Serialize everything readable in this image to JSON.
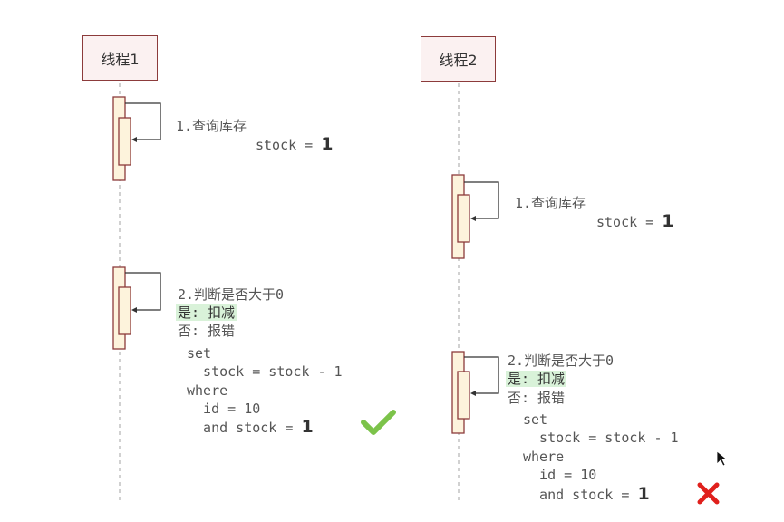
{
  "threads": [
    {
      "title": "线程1",
      "step1": {
        "label": "1.查询库存",
        "stock_text": "stock = ",
        "stock_value": "1"
      },
      "step2": {
        "label": "2.判断是否大于0",
        "yes": "是: 扣减",
        "no": "否: 报错",
        "sql": [
          "set",
          "  stock = stock - 1",
          "where",
          "  id = 10",
          "  and stock = "
        ],
        "sql_value": "1",
        "result": "check-icon"
      }
    },
    {
      "title": "线程2",
      "step1": {
        "label": "1.查询库存",
        "stock_text": "stock = ",
        "stock_value": "1"
      },
      "step2": {
        "label": "2.判断是否大于0",
        "yes": "是: 扣减",
        "no": "否: 报错",
        "sql": [
          "set",
          "  stock = stock - 1",
          "where",
          "  id = 10",
          "  and stock = "
        ],
        "sql_value": "1",
        "result": "cross-icon"
      }
    }
  ],
  "colors": {
    "activation_fill": "#fdf3dc",
    "activation_border": "#8c3b3b",
    "lifeline": "#b8b8b8",
    "highlight": "#d9f2d9",
    "check": "#7cc34a",
    "cross": "#e0201c"
  }
}
